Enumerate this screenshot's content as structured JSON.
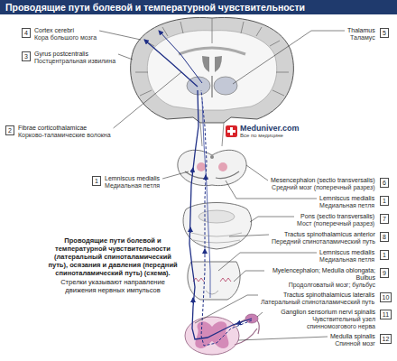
{
  "diagram": {
    "title": "Проводящие пути болевой и температурной чувствительности",
    "caption": "Проводящие пути болевой и температурной чувствительности (латеральный спиноталамический путь), осязания и давления (передний спиноталамический путь) (схема).",
    "nodes": [
      {
        "text": [
          "4"
        ]
      },
      {
        "text": [
          "5"
        ]
      },
      {
        "text": [
          "3"
        ]
      },
      {
        "text": [
          "2"
        ]
      },
      {
        "text": [
          "1"
        ]
      },
      {
        "text": [
          "6"
        ]
      },
      {
        "text": [
          "1"
        ]
      },
      {
        "text": [
          "7"
        ]
      },
      {
        "text": [
          "8"
        ]
      },
      {
        "text": [
          "1"
        ]
      },
      {
        "text": [
          "9"
        ]
      },
      {
        "text": [
          "10"
        ]
      },
      {
        "text": [
          "11"
        ]
      },
      {
        "text": [
          "12"
        ]
      }
    ],
    "labels": [
      "Cortex cerebri",
      "Кора большого мозга",
      "Thalamus",
      "Таламус",
      "Gyrus postcentralis",
      "Постцентральная извилина",
      "Fibrae corticothalamicae",
      "Корково-таламические волокна",
      "Meduniver.com",
      "Все по медицине",
      "Lemniscus medialis",
      "Медиальная петля",
      "Mesencephalon (sectio transversalis)",
      "Средний мозг (поперечный разрез)",
      "Lemniscus medialis",
      "Медиальная петля",
      "Pons (sectio transversalis)",
      "Мост (поперечный разрез)",
      "Tractus spinothalamicus anterior",
      "Передний спиноталамический путь",
      "Стрелки указывают направление движения нервных импульсов",
      "Lemniscus medialis",
      "Медиальная петля",
      "Myelencephalon; Medulla oblongata; Bulbus",
      "Продолговатый мозг; бульбус",
      "Tractus spinothalamicus lateralis",
      "Латеральный спиноталамический путь",
      "Ganglion sensorium nervi spinalis",
      "Чувствительный узел спинномозгового нерва",
      "Medulla spinalis",
      "Спинной мозг"
    ]
  }
}
